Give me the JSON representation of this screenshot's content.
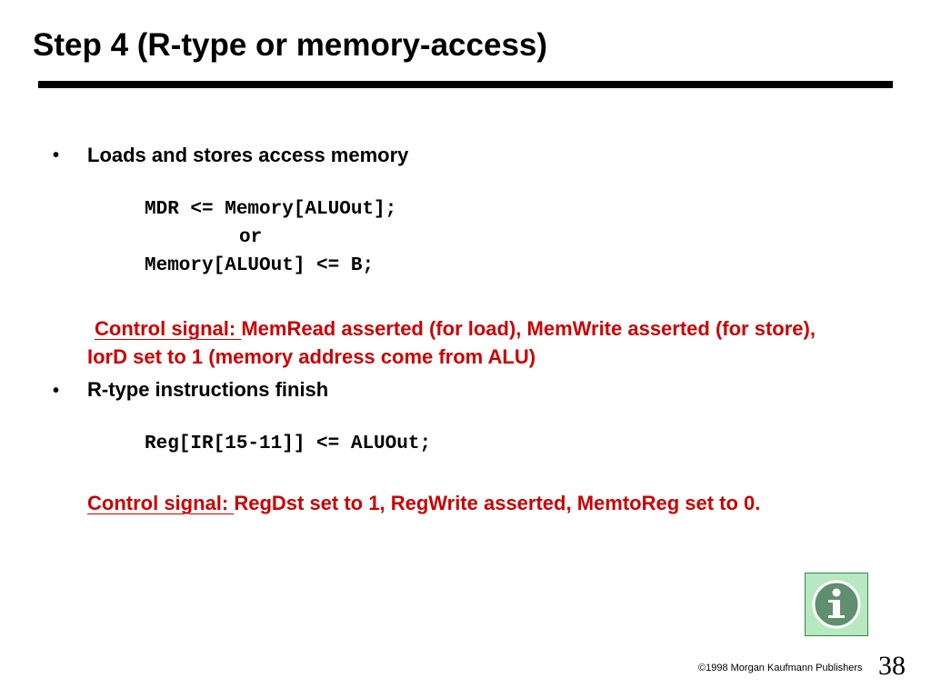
{
  "title": "Step 4 (R-type or memory-access)",
  "bullets": [
    {
      "marker": "•",
      "text": "Loads and stores access memory",
      "code": [
        "MDR <= Memory[ALUOut];",
        "or",
        "Memory[ALUOut] <= B;"
      ],
      "control_label": "Control signal: ",
      "control_text": "MemRead asserted (for load), MemWrite asserted (for store), IorD set to 1 (memory address come from ALU)"
    },
    {
      "marker": "•",
      "text": "R-type instructions finish",
      "code": [
        "Reg[IR[15-11]] <= ALUOut;"
      ],
      "control_label": "Control signal: ",
      "control_text": " RegDst set to 1, RegWrite asserted, MemtoReg set to 0."
    }
  ],
  "footer": {
    "copyright": "©1998 Morgan Kaufmann Publishers",
    "page_number": "38"
  },
  "icons": {
    "info": "info-icon"
  },
  "colors": {
    "control_text": "#cc0000",
    "info_bg": "#b8e8c0",
    "info_circle": "#5f8f6f"
  }
}
